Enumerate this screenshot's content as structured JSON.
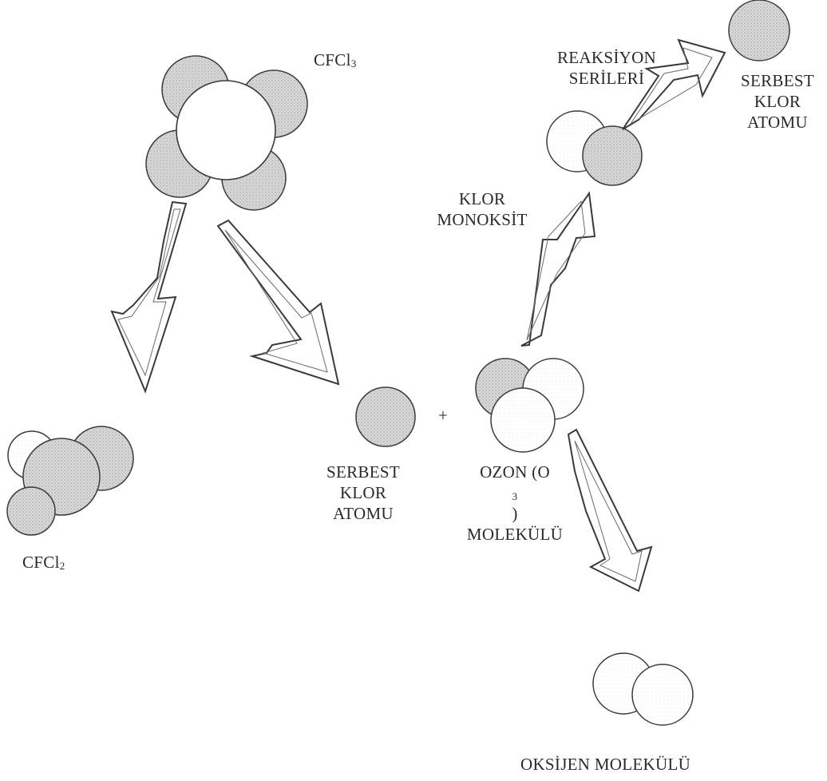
{
  "labels": {
    "cfcl3": {
      "main": "CFCl",
      "sub": "3"
    },
    "cfcl2": {
      "main": "CFCl",
      "sub": "2"
    },
    "free_chlorine_center": [
      "SERBEST",
      "KLOR",
      "ATOMU"
    ],
    "ozone": {
      "line1_prefix": "OZON (O",
      "line1_sub": "3",
      "line1_suffix": ")",
      "line2": "MOLEKÜLÜ"
    },
    "chlorine_monoxide": [
      "KLOR",
      "MONOKSİT"
    ],
    "reaction_series": [
      "REAKSİYON",
      "SERİLERİ"
    ],
    "free_chlorine_top": [
      "SERBEST",
      "KLOR",
      "ATOMU"
    ],
    "oxygen_molecule": "OKSİJEN MOLEKÜLÜ",
    "plus_sign": "+"
  },
  "colors": {
    "atom_shaded": "#d2d2d2",
    "atom_light": "#ffffff",
    "outline": "#3a3a3a",
    "text": "#2a2a2a"
  },
  "icons": {
    "arrow": "hollow-block-arrow",
    "atom": "shaded-sphere"
  }
}
